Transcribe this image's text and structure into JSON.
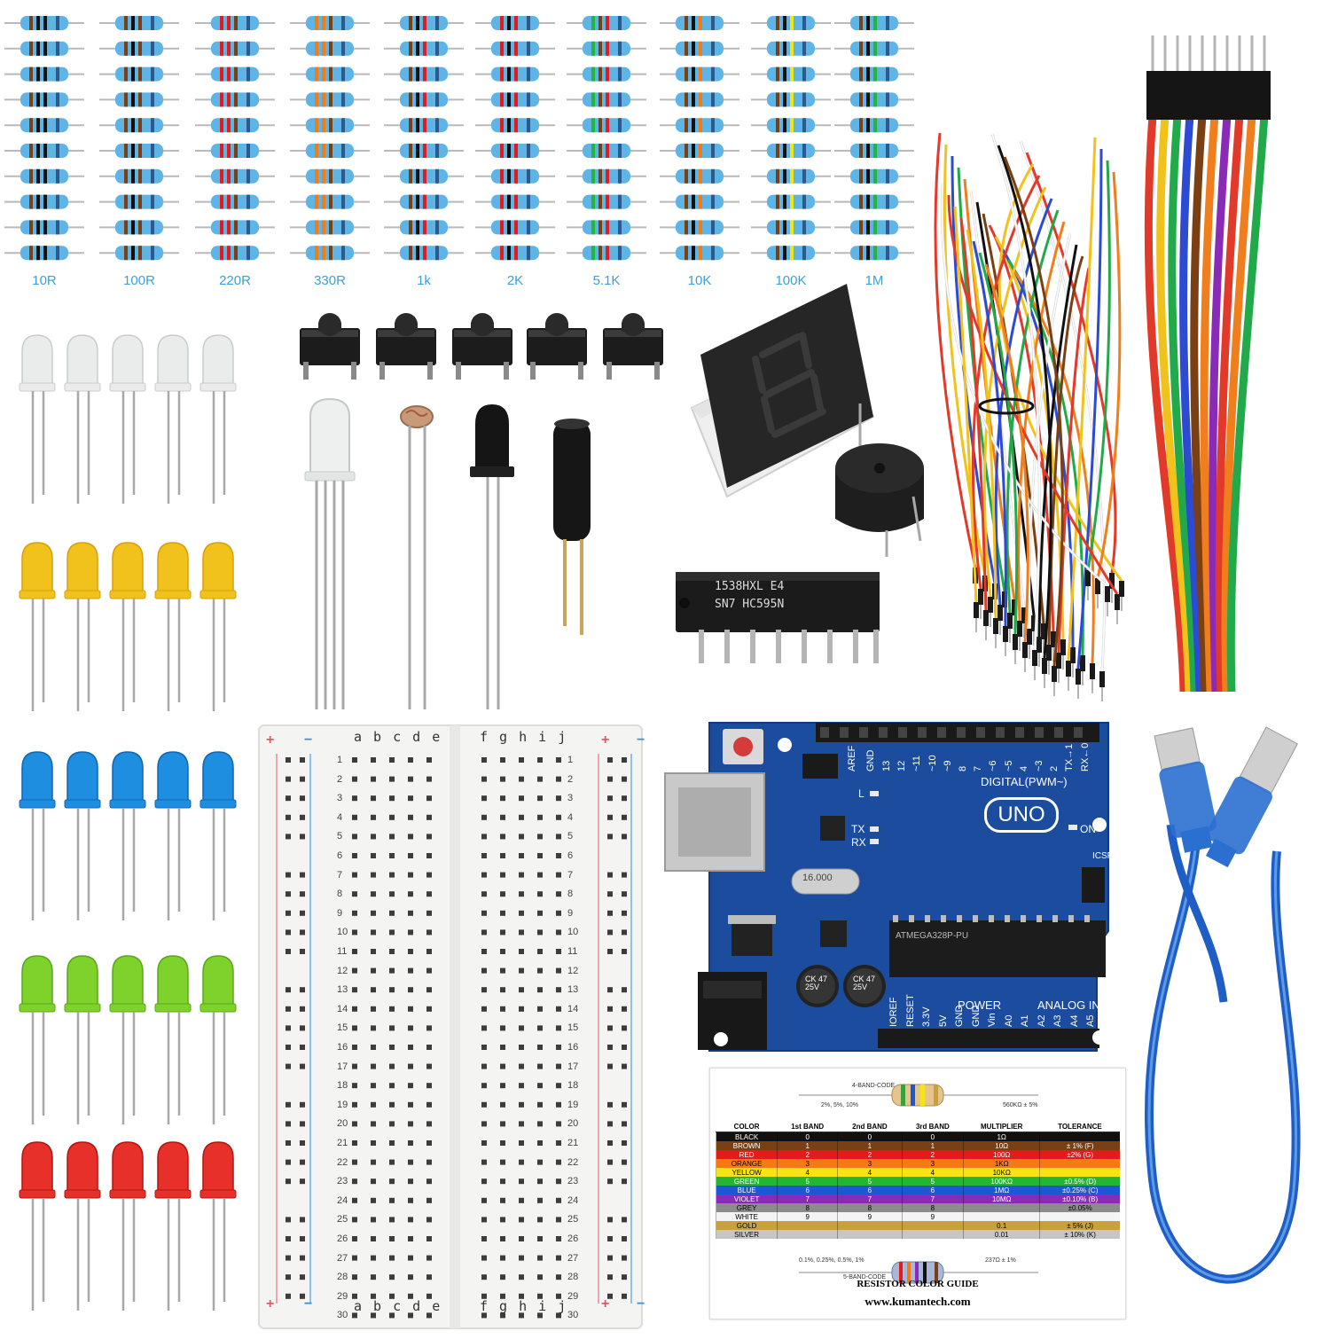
{
  "resistor_labels": [
    "10R",
    "100R",
    "220R",
    "330R",
    "1k",
    "2K",
    "5.1K",
    "10K",
    "100K",
    "1M"
  ],
  "led_rows": [
    {
      "color_name": "white",
      "body": "#e9ecea",
      "edge": "#c9cdcc"
    },
    {
      "color_name": "yellow",
      "body": "#f2c21c",
      "edge": "#d89f0b"
    },
    {
      "color_name": "blue",
      "body": "#1e8fe0",
      "edge": "#1164b4"
    },
    {
      "color_name": "green",
      "body": "#7fd22c",
      "edge": "#58a81a"
    },
    {
      "color_name": "red",
      "body": "#e8302a",
      "edge": "#b4140f"
    }
  ],
  "breadboard": {
    "left_letters": "a b c d e",
    "right_letters": "f g h i j",
    "plus": "+",
    "minus": "−",
    "row_numbers": [
      "1",
      "2",
      "3",
      "4",
      "5",
      "6",
      "7",
      "8",
      "9",
      "10",
      "11",
      "12",
      "13",
      "14",
      "15",
      "16",
      "17",
      "18",
      "19",
      "20",
      "21",
      "22",
      "23",
      "24",
      "25",
      "26",
      "27",
      "28",
      "29",
      "30"
    ]
  },
  "arduino": {
    "logo": "UNO",
    "digital_label": "DIGITAL(PWM~)",
    "power_label": "POWER",
    "analog_label": "ANALOG IN",
    "on_label": "ON",
    "tx_label": "TX",
    "rx_label": "RX",
    "l_label": "L",
    "icsp_label": "ICSP",
    "aref_label": "AREF",
    "gnd_label": "GND",
    "pin_labels_top": [
      "13",
      "12",
      "~11",
      "~10",
      "~9",
      "8",
      "7",
      "~6",
      "~5",
      "4",
      "~3",
      "2",
      "TX→1",
      "RX←0"
    ],
    "pin_labels_bottom": [
      "IOREF",
      "RESET",
      "3.3V",
      "5V",
      "GND",
      "GND",
      "Vin",
      "A0",
      "A1",
      "A2",
      "A3",
      "A4",
      "A5"
    ],
    "crystal": "16.000",
    "chip": "ATMEGA328P-PU",
    "cap1": "CK 47 25V",
    "cap2": "CK 47 25V"
  },
  "shift_register": {
    "line1": "1538HXL E4",
    "line2": "SN7 HC595N"
  },
  "color_guide": {
    "top_code": "4-BAND-CODE",
    "top_tol": "2%, 5%, 10%",
    "top_example": "560KΩ ± 5%",
    "headers": [
      "COLOR",
      "1st BAND",
      "2nd BAND",
      "3rd BAND",
      "MULTIPLIER",
      "TOLERANCE"
    ],
    "rows": [
      {
        "name": "BLACK",
        "c": "#111111",
        "t": "#ffffff",
        "b1": "0",
        "b2": "0",
        "b3": "0",
        "mult": "1Ω",
        "tol": "",
        "code": ""
      },
      {
        "name": "BROWN",
        "c": "#7a3f12",
        "t": "#ffffff",
        "b1": "1",
        "b2": "1",
        "b3": "1",
        "mult": "10Ω",
        "tol": "± 1%",
        "code": "(F)"
      },
      {
        "name": "RED",
        "c": "#e31b1b",
        "t": "#ffffff",
        "b1": "2",
        "b2": "2",
        "b3": "2",
        "mult": "100Ω",
        "tol": "±2%",
        "code": "(G)"
      },
      {
        "name": "ORANGE",
        "c": "#f47a12",
        "t": "#000000",
        "b1": "3",
        "b2": "3",
        "b3": "3",
        "mult": "1KΩ",
        "tol": "",
        "code": ""
      },
      {
        "name": "YELLOW",
        "c": "#f6e514",
        "t": "#000000",
        "b1": "4",
        "b2": "4",
        "b3": "4",
        "mult": "10KΩ",
        "tol": "",
        "code": ""
      },
      {
        "name": "GREEN",
        "c": "#23b533",
        "t": "#ffffff",
        "b1": "5",
        "b2": "5",
        "b3": "5",
        "mult": "100KΩ",
        "tol": "±0.5%",
        "code": "(D)"
      },
      {
        "name": "BLUE",
        "c": "#1c57d6",
        "t": "#ffffff",
        "b1": "6",
        "b2": "6",
        "b3": "6",
        "mult": "1MΩ",
        "tol": "±0.25%",
        "code": "(C)"
      },
      {
        "name": "VIOLET",
        "c": "#8a2bb8",
        "t": "#ffffff",
        "b1": "7",
        "b2": "7",
        "b3": "7",
        "mult": "10MΩ",
        "tol": "±0.10%",
        "code": "(B)"
      },
      {
        "name": "GREY",
        "c": "#8c8c8c",
        "t": "#000000",
        "b1": "8",
        "b2": "8",
        "b3": "8",
        "mult": "",
        "tol": "±0.05%",
        "code": ""
      },
      {
        "name": "WHITE",
        "c": "#f4f4f4",
        "t": "#000000",
        "b1": "9",
        "b2": "9",
        "b3": "9",
        "mult": "",
        "tol": "",
        "code": ""
      },
      {
        "name": "GOLD",
        "c": "#c9a13a",
        "t": "#000000",
        "b1": "",
        "b2": "",
        "b3": "",
        "mult": "0.1",
        "tol": "± 5%",
        "code": "(J)"
      },
      {
        "name": "SILVER",
        "c": "#c6c6c6",
        "t": "#000000",
        "b1": "",
        "b2": "",
        "b3": "",
        "mult": "0.01",
        "tol": "± 10%",
        "code": "(K)"
      }
    ],
    "bottom_tol": "0.1%, 0.25%, 0.5%, 1%",
    "bottom_example": "237Ω ± 1%",
    "bottom_code": "5-BAND-CODE",
    "title": "RESISTOR COLOR GUIDE",
    "url": "www.kumantech.com"
  },
  "colors": {
    "board_blue": "#1b4c9e",
    "resistor_body": "#5fb4e6",
    "usb_blue": "#2b6fd0",
    "label_blue": "#3aa0d8"
  }
}
